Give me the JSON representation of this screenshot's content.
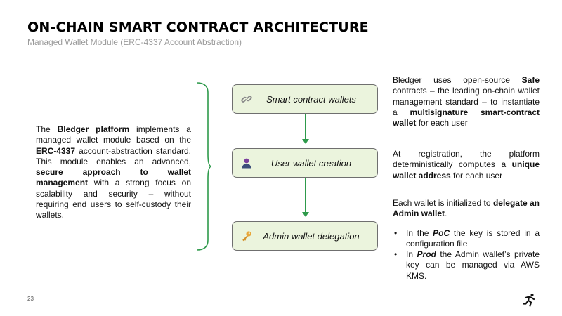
{
  "header": {
    "title": "ON-CHAIN SMART CONTRACT ARCHITECTURE",
    "subtitle": "Managed Wallet Module (ERC-4337 Account Abstraction)"
  },
  "left_panel": {
    "p1": "The ",
    "b1": "Bledger platform",
    "p2": " implements a managed wallet module based on the ",
    "b2": "ERC-4337",
    "p3": " account-abstraction standard. This module enables an advanced, ",
    "b3": "secure approach to wallet management",
    "p4": " with a strong focus on scalability and security – without requiring end users to self-custody their wallets."
  },
  "diagram": {
    "nodes": [
      {
        "label": "Smart contract wallets",
        "icon": "link-icon"
      },
      {
        "label": "User wallet creation",
        "icon": "user-icon"
      },
      {
        "label": "Admin wallet delegation",
        "icon": "key-icon"
      }
    ],
    "accent_color": "#2e9a4b",
    "node_fill": "#ebf4dd",
    "brace_color": "#2e9a4b"
  },
  "right_panel": {
    "block1": {
      "t1": "Bledger uses open-source ",
      "b1": "Safe",
      "t2": " contracts – the leading on-chain wallet management standard – to instantiate a ",
      "b2": "multisignature smart-contract wallet",
      "t3": " for each user"
    },
    "block2": {
      "t1": "At registration, the platform deterministically computes a ",
      "b1": "unique wallet address",
      "t2": " for each user"
    },
    "block3": {
      "t1": "Each wallet is initialized to ",
      "b1": "delegate an Admin wallet",
      "t2": ".",
      "bullets": [
        {
          "pre": "In the ",
          "em": "PoC",
          "post": " the key is stored in a configuration file"
        },
        {
          "pre": "In ",
          "em": "Prod",
          "post": " the Admin wallet’s private key can be managed via AWS KMS."
        }
      ]
    }
  },
  "footer": {
    "page_number": "23",
    "logo_icon": "runner-logo-icon"
  }
}
